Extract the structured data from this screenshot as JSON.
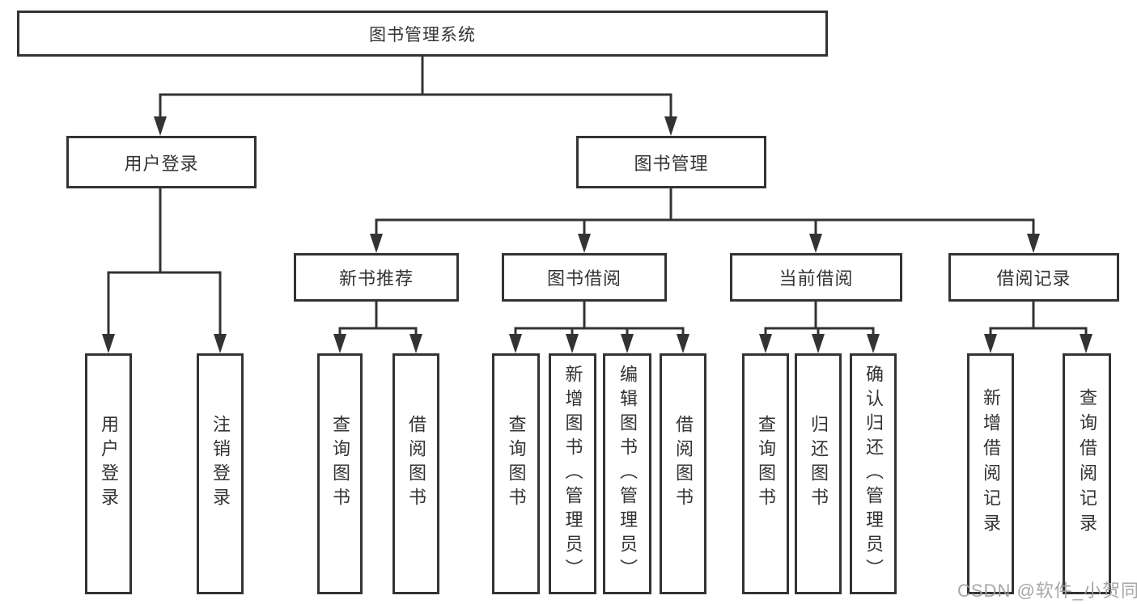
{
  "tree": {
    "label": "图书管理系统",
    "children": [
      {
        "label": "用户登录",
        "children": [
          {
            "label": "用户登录"
          },
          {
            "label": "注销登录"
          }
        ]
      },
      {
        "label": "图书管理",
        "children": [
          {
            "label": "新书推荐",
            "children": [
              {
                "label": "查询图书"
              },
              {
                "label": "借阅图书"
              }
            ]
          },
          {
            "label": "图书借阅",
            "children": [
              {
                "label": "查询图书"
              },
              {
                "label": "新增图书（管理员）"
              },
              {
                "label": "编辑图书（管理员）"
              },
              {
                "label": "借阅图书"
              }
            ]
          },
          {
            "label": "当前借阅",
            "children": [
              {
                "label": "查询图书"
              },
              {
                "label": "归还图书"
              },
              {
                "label": "确认归还（管理员）"
              }
            ]
          },
          {
            "label": "借阅记录",
            "children": [
              {
                "label": "新增借阅记录"
              },
              {
                "label": "查询借阅记录"
              }
            ]
          }
        ]
      }
    ]
  },
  "watermark": {
    "text": "CSDN @软件_小贺同学"
  },
  "colors": {
    "line": "#333333",
    "box_border": "#333333",
    "text": "#333333",
    "watermark": "#9e9e9e",
    "background": "#ffffff"
  }
}
